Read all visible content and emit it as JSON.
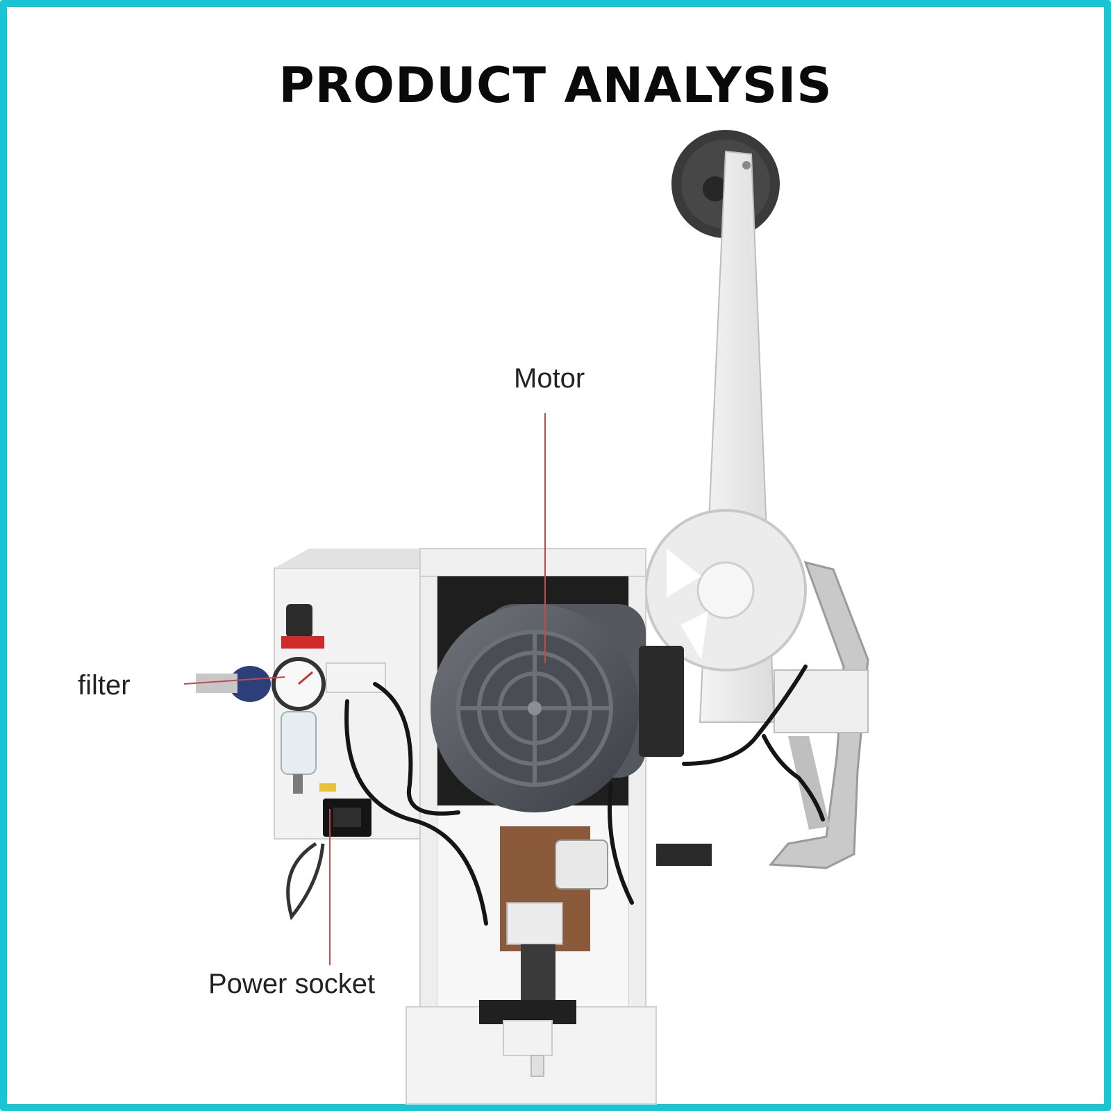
{
  "title": "PRODUCT ANALYSIS",
  "labels": {
    "motor": "Motor",
    "filter": "filter",
    "power_socket": "Power socket"
  },
  "colors": {
    "border": "#19c4d4",
    "background": "#ffffff",
    "leader_line": "#c24a4a"
  }
}
